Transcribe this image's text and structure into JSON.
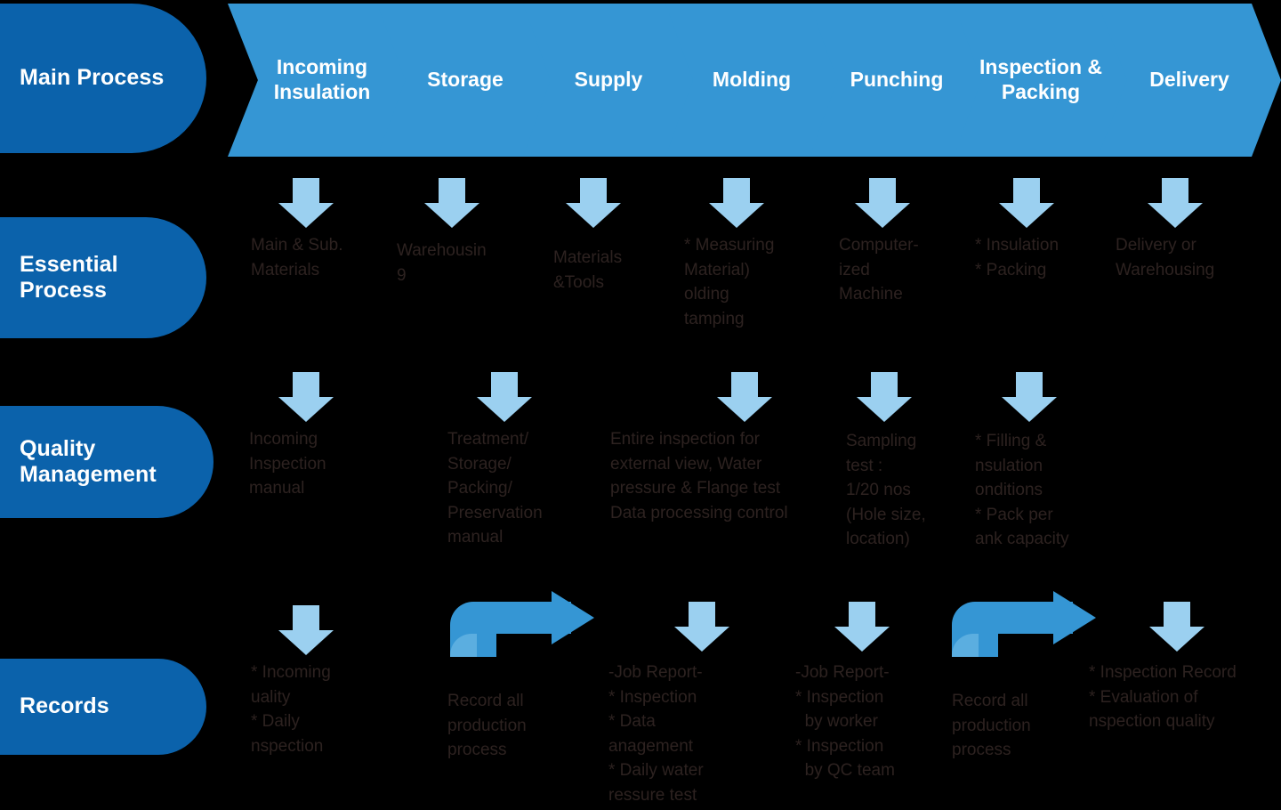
{
  "theme": {
    "background": "#000000",
    "pill_blue": "#0B62AB",
    "chevron_blue": "#3596D4",
    "light_arrow_blue": "#9BD0F0",
    "curved_arrow_blue": "#3596D4",
    "curved_arrow_inner": "#5BAEE0",
    "body_text": "#2D2220",
    "chevron_text": "#FFFFFF"
  },
  "row_labels": [
    {
      "id": "main-process",
      "label": "Main\nProcess"
    },
    {
      "id": "essential-process",
      "label": "Essential\nProcess"
    },
    {
      "id": "quality-management",
      "label": "Quality\nManagement"
    },
    {
      "id": "records",
      "label": "Records"
    }
  ],
  "main_process": {
    "steps": [
      {
        "id": "incoming-insulation",
        "label": "Incoming\nInsulation"
      },
      {
        "id": "storage",
        "label": "Storage"
      },
      {
        "id": "supply",
        "label": "Supply"
      },
      {
        "id": "molding",
        "label": "Molding"
      },
      {
        "id": "punching",
        "label": "Punching"
      },
      {
        "id": "inspection-packing",
        "label": "Inspection\n&\nPacking"
      },
      {
        "id": "delivery",
        "label": "Delivery"
      }
    ]
  },
  "essential_process": {
    "cells": [
      {
        "id": "incoming-insulation",
        "arrow": "down-arrow",
        "text": "Main & Sub.\nMaterials"
      },
      {
        "id": "storage",
        "arrow": "down-arrow",
        "text": "Warehousin\n9"
      },
      {
        "id": "supply",
        "arrow": "down-arrow",
        "text": "Materials\n&Tools"
      },
      {
        "id": "molding",
        "arrow": "down-arrow",
        "text": "* Measuring\nMaterial)\nolding\ntamping"
      },
      {
        "id": "punching",
        "arrow": "down-arrow",
        "text": "Computer-\nized\nMachine"
      },
      {
        "id": "inspection-packing",
        "arrow": "down-arrow",
        "text": "* Insulation\n* Packing"
      },
      {
        "id": "delivery",
        "arrow": "down-arrow",
        "text": "Delivery or\nWarehousing"
      }
    ]
  },
  "quality_management": {
    "cells": [
      {
        "id": "incoming-insulation",
        "arrow": "down-arrow",
        "text": "Incoming\nInspection\nmanual"
      },
      {
        "id": "storage",
        "arrow": "down-arrow",
        "text": "Treatment/\nStorage/\nPacking/\nPreservation\nmanual"
      },
      {
        "id": "molding",
        "arrow": "down-arrow",
        "text": "Entire inspection for\nexternal view, Water\npressure & Flange test\nData processing control"
      },
      {
        "id": "punching",
        "arrow": "down-arrow",
        "text": "Sampling\ntest :\n1/20 nos\n(Hole size,\nlocation)"
      },
      {
        "id": "inspection-packing",
        "arrow": "down-arrow",
        "text": "* Filling &\nnsulation\nonditions\n* Pack per\nank capacity"
      }
    ]
  },
  "records": {
    "cells": [
      {
        "id": "incoming-insulation",
        "arrow": "down-arrow",
        "text": "* Incoming\nuality\n* Daily\nnspection"
      },
      {
        "id": "storage",
        "arrow": "curved-right-arrow",
        "text": "Record all\nproduction\nprocess"
      },
      {
        "id": "supply",
        "arrow": "down-arrow",
        "text": "-Job Report-\n* Inspection\n* Data\nanagement\n* Daily water\nressure test"
      },
      {
        "id": "molding",
        "arrow": "down-arrow",
        "text": "-Job Report-\n* Inspection\n  by worker\n* Inspection\n  by QC team"
      },
      {
        "id": "inspection-packing",
        "arrow": "curved-right-arrow",
        "text": "Record all\nproduction\nprocess"
      },
      {
        "id": "delivery",
        "arrow": "down-arrow",
        "text": "* Inspection Record\n* Evaluation of\nnspection quality"
      }
    ]
  }
}
